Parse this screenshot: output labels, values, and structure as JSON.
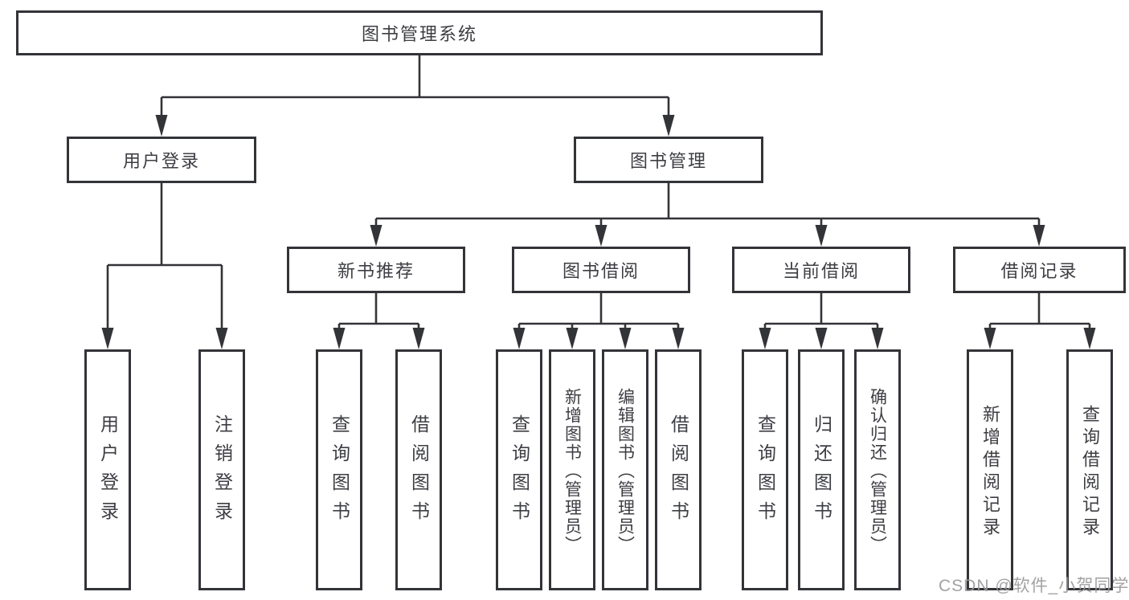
{
  "diagram": {
    "title_node": {
      "label": "图书管理系统"
    },
    "level2": [
      {
        "label": "用户登录"
      },
      {
        "label": "图书管理"
      }
    ],
    "level3": [
      {
        "label": "新书推荐",
        "parent": "图书管理"
      },
      {
        "label": "图书借阅",
        "parent": "图书管理"
      },
      {
        "label": "当前借阅",
        "parent": "图书管理"
      },
      {
        "label": "借阅记录",
        "parent": "图书管理"
      }
    ],
    "leaves": [
      {
        "label": "用户登录",
        "parent": "用户登录"
      },
      {
        "label": "注销登录",
        "parent": "用户登录"
      },
      {
        "label": "查询图书",
        "parent": "新书推荐"
      },
      {
        "label": "借阅图书",
        "parent": "新书推荐"
      },
      {
        "label": "查询图书",
        "parent": "图书借阅"
      },
      {
        "label": "新增图书（管理员）",
        "parent": "图书借阅"
      },
      {
        "label": "编辑图书（管理员）",
        "parent": "图书借阅"
      },
      {
        "label": "借阅图书",
        "parent": "图书借阅"
      },
      {
        "label": "查询图书",
        "parent": "当前借阅"
      },
      {
        "label": "归还图书",
        "parent": "当前借阅"
      },
      {
        "label": "确认归还（管理员）",
        "parent": "当前借阅"
      },
      {
        "label": "新增借阅记录",
        "parent": "借阅记录"
      },
      {
        "label": "查询借阅记录",
        "parent": "借阅记录"
      }
    ],
    "colors": {
      "line": "#333438",
      "box_border": "#333438",
      "box_fill": "#ffffff",
      "text": "#3d3e43",
      "watermark": "#9b9b9b"
    }
  },
  "watermark": {
    "text": "CSDN @软件_小贺同学"
  }
}
